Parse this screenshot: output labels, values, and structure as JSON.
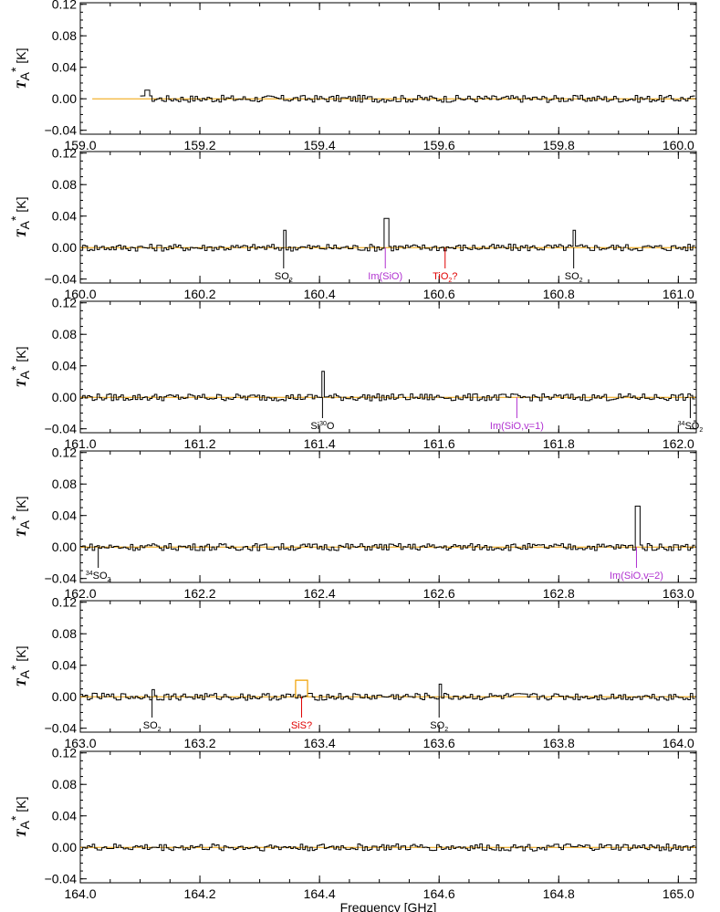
{
  "colors": {
    "observed": "#000000",
    "model": "#f0a000",
    "molecule": "#000000",
    "image": "#b030d0",
    "tentative": "#e00000"
  },
  "chart_data": [
    {
      "type": "line",
      "xlim": [
        159.0,
        160.03
      ],
      "ylim": [
        -0.045,
        0.122
      ],
      "xticks": [
        "159.0",
        "159.2",
        "159.4",
        "159.6",
        "159.8",
        "160.0"
      ],
      "yticks": [
        "0.12",
        "0.08",
        "0.04",
        "0.00",
        "-0.04"
      ],
      "ylabel": {
        "main": "T",
        "sup": "*",
        "sub": "A",
        "unit": " [K]"
      },
      "spectrum_start": 159.1,
      "peaks": [
        {
          "x": 159.11,
          "y": 0.011
        }
      ],
      "lines": []
    },
    {
      "type": "line",
      "xlim": [
        160.0,
        161.03
      ],
      "ylim": [
        -0.045,
        0.122
      ],
      "xticks": [
        "160.0",
        "160.2",
        "160.4",
        "160.6",
        "160.8",
        "161.0"
      ],
      "yticks": [
        "0.12",
        "0.08",
        "0.04",
        "0.00",
        "-0.04"
      ],
      "ylabel": {
        "main": "T",
        "sup": "*",
        "sub": "A",
        "unit": " [K]"
      },
      "spectrum_start": 160.0,
      "peaks": [
        {
          "x": 160.34,
          "y": 0.022
        },
        {
          "x": 160.51,
          "y": 0.037
        },
        {
          "x": 160.825,
          "y": 0.022
        }
      ],
      "lines": [
        {
          "x": 160.34,
          "label": "SO",
          "sub": "2",
          "sup": "",
          "kind": "molecule"
        },
        {
          "x": 160.51,
          "label": "Im(SiO)",
          "sub": "",
          "sup": "",
          "kind": "image"
        },
        {
          "x": 160.61,
          "label": "TiO",
          "sub": "2",
          "sup": "",
          "post": "?",
          "kind": "tentative"
        },
        {
          "x": 160.825,
          "label": "SO",
          "sub": "2",
          "sup": "",
          "kind": "molecule"
        }
      ]
    },
    {
      "type": "line",
      "xlim": [
        161.0,
        162.03
      ],
      "ylim": [
        -0.045,
        0.122
      ],
      "xticks": [
        "161.0",
        "161.2",
        "161.4",
        "161.6",
        "161.8",
        "162.0"
      ],
      "yticks": [
        "0.12",
        "0.08",
        "0.04",
        "0.00",
        "-0.04"
      ],
      "ylabel": {
        "main": "T",
        "sup": "*",
        "sub": "A",
        "unit": " [K]"
      },
      "spectrum_start": 161.0,
      "peaks": [
        {
          "x": 161.405,
          "y": 0.033
        }
      ],
      "lines": [
        {
          "x": 161.405,
          "label": "Si",
          "sup": "30",
          "post": "O",
          "sub": "",
          "kind": "molecule"
        },
        {
          "x": 161.73,
          "label": "Im(SiO,v=1)",
          "sub": "",
          "sup": "",
          "kind": "image"
        },
        {
          "x": 162.02,
          "pre_sup": "34",
          "label": "SO",
          "sub": "2",
          "sup": "",
          "kind": "molecule"
        }
      ]
    },
    {
      "type": "line",
      "xlim": [
        162.0,
        163.03
      ],
      "ylim": [
        -0.045,
        0.122
      ],
      "xticks": [
        "162.0",
        "162.2",
        "162.4",
        "162.6",
        "162.8",
        "163.0"
      ],
      "yticks": [
        "0.12",
        "0.08",
        "0.04",
        "0.00",
        "-0.04"
      ],
      "ylabel": {
        "main": "T",
        "sup": "*",
        "sub": "A",
        "unit": " [K]"
      },
      "spectrum_start": 162.0,
      "peaks": [
        {
          "x": 162.93,
          "y": 0.052
        }
      ],
      "lines": [
        {
          "x": 162.03,
          "pre_sup": "34",
          "label": "SO",
          "sub": "2",
          "sup": "",
          "kind": "molecule"
        },
        {
          "x": 162.93,
          "label": "Im(SiO,v=2)",
          "sub": "",
          "sup": "",
          "kind": "image"
        }
      ]
    },
    {
      "type": "line",
      "xlim": [
        163.0,
        164.03
      ],
      "ylim": [
        -0.045,
        0.122
      ],
      "xticks": [
        "163.0",
        "163.2",
        "163.4",
        "163.6",
        "163.8",
        "164.0"
      ],
      "yticks": [
        "0.12",
        "0.08",
        "0.04",
        "0.00",
        "-0.04"
      ],
      "ylabel": {
        "main": "T",
        "sup": "*",
        "sub": "A",
        "unit": " [K]"
      },
      "spectrum_start": 163.0,
      "peaks": [
        {
          "x": 163.12,
          "y": 0.009
        },
        {
          "x": 163.6,
          "y": 0.016
        }
      ],
      "model_box": {
        "x0": 163.36,
        "x1": 163.38,
        "y": 0.021
      },
      "lines": [
        {
          "x": 163.12,
          "label": "SO",
          "sub": "2",
          "sup": "",
          "kind": "molecule"
        },
        {
          "x": 163.37,
          "label": "SiS",
          "sub": "",
          "sup": "",
          "post": "?",
          "kind": "tentative"
        },
        {
          "x": 163.6,
          "label": "SO",
          "sub": "2",
          "sup": "",
          "kind": "molecule"
        }
      ]
    },
    {
      "type": "line",
      "xlim": [
        164.0,
        165.03
      ],
      "ylim": [
        -0.045,
        0.122
      ],
      "xticks": [
        "164.0",
        "164.2",
        "164.4",
        "164.6",
        "164.8",
        "165.0"
      ],
      "yticks": [
        "0.12",
        "0.08",
        "0.04",
        "0.00",
        "-0.04"
      ],
      "ylabel": {
        "main": "T",
        "sup": "*",
        "sub": "A",
        "unit": " [K]"
      },
      "spectrum_start": 164.0,
      "peaks": [],
      "lines": [],
      "xlabel": "Frequency [GHz]"
    }
  ]
}
